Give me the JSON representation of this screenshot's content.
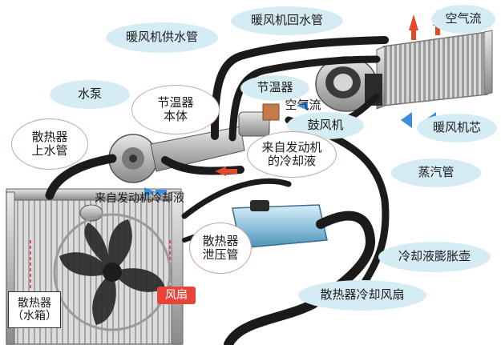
{
  "labels": {
    "heater_supply_pipe": "暖风机供水管",
    "heater_return_pipe": "暖风机回水管",
    "air_flow_top": "空气流",
    "water_pump": "水泵",
    "thermostat_body": "节温器\n本体",
    "thermostat": "节温器",
    "air_flow_mid": "空气流",
    "blower": "鼓风机",
    "heater_core": "暖风机芯",
    "radiator_upper_hose": "散热器\n上水管",
    "from_engine_coolant_right": "来自发动机\n的冷却液",
    "steam_pipe": "蒸汽管",
    "from_engine_coolant_left": "来自发动机冷却液",
    "radiator_relief_pipe": "散热器\n泄压管",
    "expansion_tank": "冷却液膨胀壶",
    "fan": "风扇",
    "radiator_cooling_fan": "散热器冷却风扇",
    "radiator_tank": "散热器\n（水箱）"
  },
  "colors": {
    "label_oval": "#d6ecf4",
    "hose": "#1b1b1b",
    "flow_arrow_hot": "#e04a2a",
    "flow_arrow_cool": "#3b8ee0",
    "fan_tag": "#e8443a"
  }
}
